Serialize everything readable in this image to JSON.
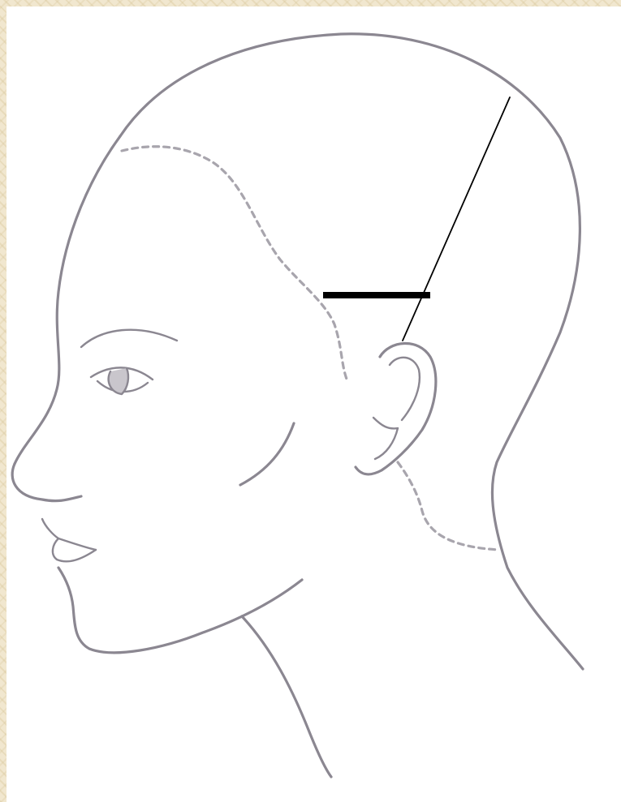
{
  "figure": {
    "subject": "head-profile-left-facing",
    "background_color": "#f1e7cf",
    "paper_color": "#ffffff",
    "outline_color": "#8b8791",
    "dashed_color": "#a8a5ad",
    "guide_color": "#000000"
  },
  "elements": {
    "head_outline": "solid",
    "hairline": "dashed",
    "nape_hairline": "dashed",
    "horizontal_guide": "thick-solid",
    "diagonal_guide": "thin-solid"
  }
}
